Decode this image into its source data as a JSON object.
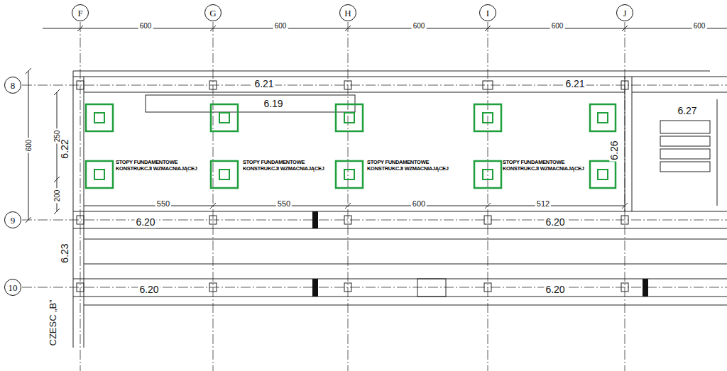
{
  "diagram": {
    "nodes": [
      {
        "text": [
          "F"
        ]
      },
      {
        "text": [
          "G"
        ]
      },
      {
        "text": [
          "H"
        ]
      },
      {
        "text": [
          "I"
        ]
      },
      {
        "text": [
          "J"
        ]
      },
      {
        "text": [
          "8"
        ]
      },
      {
        "text": [
          "9"
        ]
      },
      {
        "text": [
          "10"
        ]
      }
    ],
    "labels": [
      "600",
      "600",
      "600",
      "600",
      "600",
      "6.21",
      "6.21",
      "6.19",
      "6.27",
      "6.22",
      "6.26",
      "600",
      "250",
      "200",
      "STOPY FUNDAMENTOWE KONSTRUKCJI WZMACNIAJĄCEJ",
      "STOPY FUNDAMENTOWE KONSTRUKCJI WZMACNIAJĄCEJ",
      "STOPY FUNDAMENTOWE KONSTRUKCJI WZMACNIAJĄCEJ",
      "STOPY FUNDAMENTOWE KONSTRUKCJI WZMACNIAJĄCEJ",
      "550",
      "550",
      "600",
      "512",
      "6.20",
      "6.20",
      "6.23",
      "6.20",
      "6.20",
      "CZESC „B”"
    ]
  }
}
